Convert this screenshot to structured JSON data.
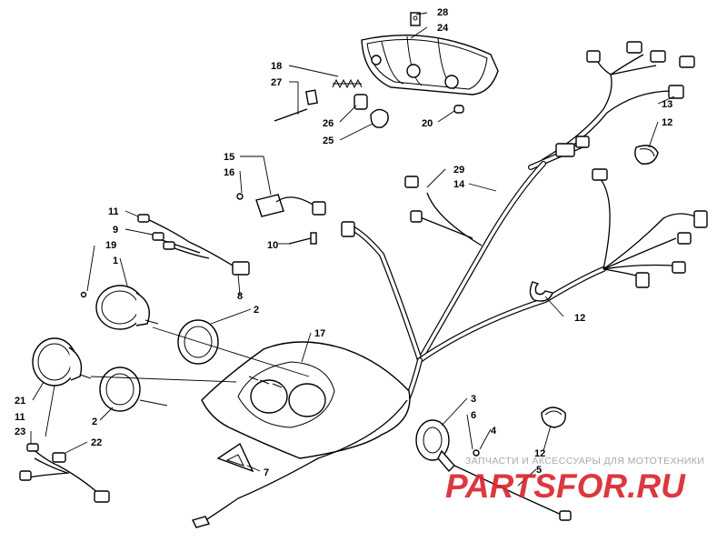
{
  "callouts": [
    {
      "id": "c28",
      "text": "28"
    },
    {
      "id": "c24",
      "text": "24"
    },
    {
      "id": "c18",
      "text": "18"
    },
    {
      "id": "c27",
      "text": "27"
    },
    {
      "id": "c26",
      "text": "26"
    },
    {
      "id": "c25",
      "text": "25"
    },
    {
      "id": "c20",
      "text": "20"
    },
    {
      "id": "c13",
      "text": "13"
    },
    {
      "id": "c12a",
      "text": "12"
    },
    {
      "id": "c15",
      "text": "15"
    },
    {
      "id": "c16",
      "text": "16"
    },
    {
      "id": "c10",
      "text": "10"
    },
    {
      "id": "c29",
      "text": "29"
    },
    {
      "id": "c14",
      "text": "14"
    },
    {
      "id": "c11a",
      "text": "11"
    },
    {
      "id": "c9",
      "text": "9"
    },
    {
      "id": "c19",
      "text": "19"
    },
    {
      "id": "c1",
      "text": "1"
    },
    {
      "id": "c8",
      "text": "8"
    },
    {
      "id": "c2a",
      "text": "2"
    },
    {
      "id": "c17",
      "text": "17"
    },
    {
      "id": "c12b",
      "text": "12"
    },
    {
      "id": "c21",
      "text": "21"
    },
    {
      "id": "c2b",
      "text": "2"
    },
    {
      "id": "c11b",
      "text": "11"
    },
    {
      "id": "c23",
      "text": "23"
    },
    {
      "id": "c22",
      "text": "22"
    },
    {
      "id": "c3",
      "text": "3"
    },
    {
      "id": "c6",
      "text": "6"
    },
    {
      "id": "c4",
      "text": "4"
    },
    {
      "id": "c5",
      "text": "5"
    },
    {
      "id": "c12c",
      "text": "12"
    },
    {
      "id": "c7",
      "text": "7"
    }
  ],
  "watermark": {
    "tagline": "ЗАПЧАСТИ И АКСЕССУАРЫ ДЛЯ МОТОТЕХНИКИ",
    "logo": "PARTSFOR.RU",
    "logo_color": "#d9232b"
  }
}
